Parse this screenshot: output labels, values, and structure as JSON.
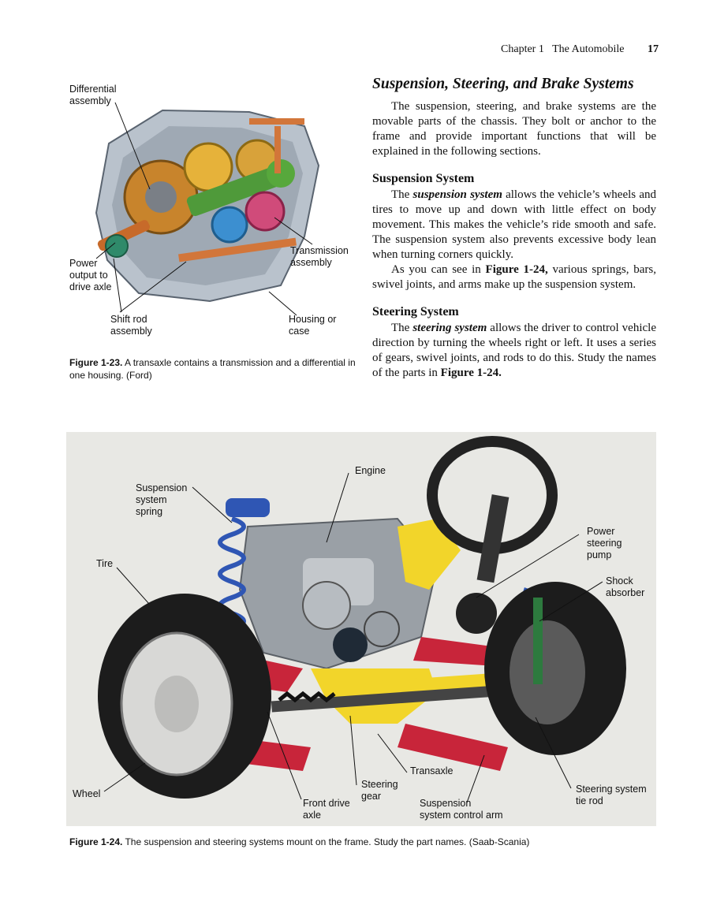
{
  "header": {
    "chapter": "Chapter 1",
    "chapter_title": "The Automobile",
    "page_number": "17"
  },
  "figure23": {
    "labels": {
      "differential": "Differential\nassembly",
      "power_output": "Power\noutput to\ndrive axle",
      "transmission": "Transmission\nassembly",
      "shift_rod": "Shift rod\nassembly",
      "housing": "Housing or\ncase"
    },
    "caption_ref": "Figure 1-23.",
    "caption_text": " A transaxle contains a transmission and a differential in one housing. (Ford)"
  },
  "article": {
    "heading": "Suspension, Steering, and Brake Systems",
    "intro": "The suspension, steering, and brake systems are the movable parts of the chassis. They bolt or anchor to the frame and provide important functions that will be explained in the following sections.",
    "suspension": {
      "heading": "Suspension System",
      "p1_a": "The ",
      "p1_term": "suspension system",
      "p1_b": " allows the vehicle’s wheels and tires to move up and down with little effect on body movement. This makes the vehicle’s ride smooth and safe. The suspension system also prevents excessive body lean when turning corners quickly.",
      "p2_a": "As you can see in ",
      "p2_ref": "Figure 1-24,",
      "p2_b": " various springs, bars, swivel joints, and arms make up the suspension system."
    },
    "steering": {
      "heading": "Steering System",
      "p1_a": "The ",
      "p1_term": "steering system",
      "p1_b": " allows the driver to control vehicle direction by turning the wheels right or left. It uses a series of gears, swivel joints, and rods to do this. Study the names of the parts in ",
      "p1_ref": "Figure 1-24."
    }
  },
  "figure24": {
    "labels": {
      "engine": "Engine",
      "spring": "Suspension\nsystem\nspring",
      "tire": "Tire",
      "ps_pump": "Power\nsteering\npump",
      "shock": "Shock\nabsorber",
      "transaxle": "Transaxle",
      "wheel": "Wheel",
      "front_axle": "Front drive\naxle",
      "steering_gear": "Steering\ngear",
      "control_arm": "Suspension\nsystem control arm",
      "tie_rod": "Steering system\ntie rod"
    },
    "caption_ref": "Figure 1-24.",
    "caption_text": " The suspension and steering systems mount on the frame. Study the part names. (Saab-Scania)"
  }
}
